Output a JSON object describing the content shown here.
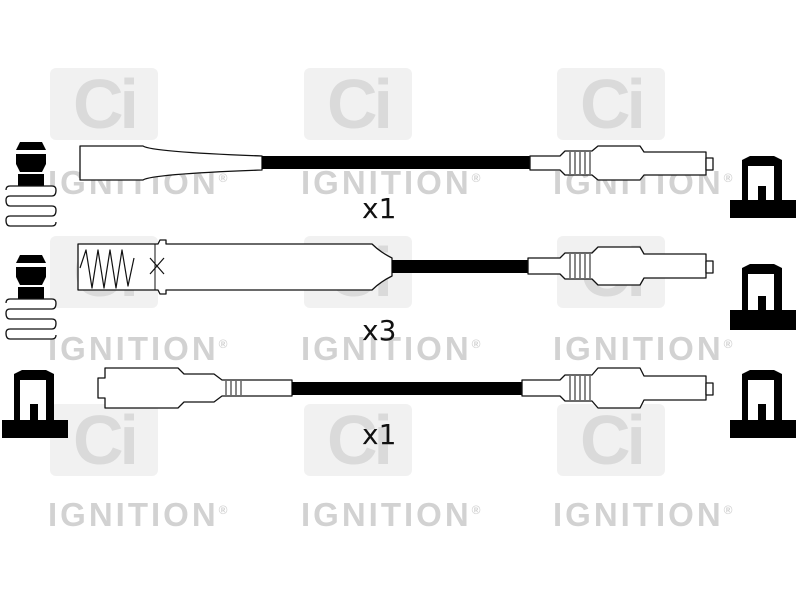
{
  "watermark": {
    "logo_text": "Ci",
    "word": "IGNITION",
    "registered_mark": "®",
    "color": "#d2d2d2"
  },
  "leads": [
    {
      "quantity": "x1"
    },
    {
      "quantity": "x3"
    },
    {
      "quantity": "x1"
    }
  ],
  "colors": {
    "line": "#111111",
    "cable": "#000000",
    "background": "#ffffff"
  }
}
